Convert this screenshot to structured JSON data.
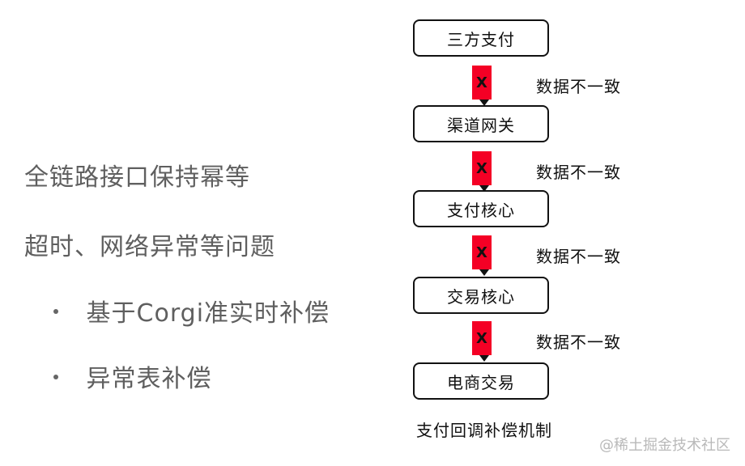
{
  "left_panel": {
    "line1": "全链路接口保持幂等",
    "line2": "超时、网络异常等问题",
    "bullets": [
      "基于Corgi准实时补偿",
      "异常表补偿"
    ]
  },
  "diagram": {
    "nodes": [
      "三方支付",
      "渠道网关",
      "支付核心",
      "交易核心",
      "电商交易"
    ],
    "connector_mark": "X",
    "connector_label": "数据不一致",
    "caption": "支付回调补偿机制",
    "connector_color": "#f40025"
  },
  "watermark": "@稀土掘金技术社区"
}
